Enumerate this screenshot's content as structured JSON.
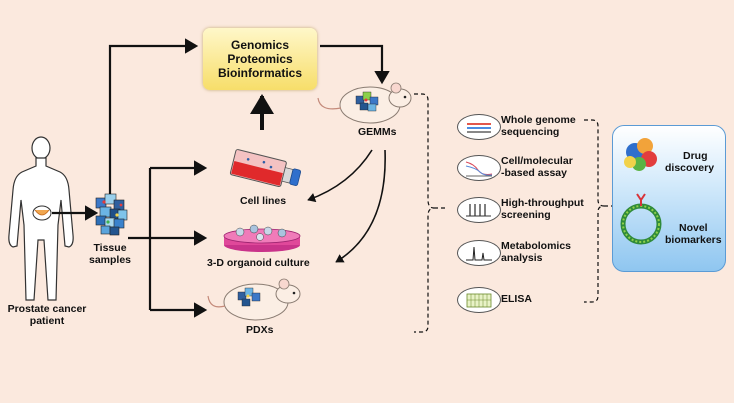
{
  "omics": {
    "lines": [
      "Genomics",
      "Proteomics",
      "Bioinformatics"
    ]
  },
  "patient": {
    "label_line1": "Prostate cancer",
    "label_line2": "patient"
  },
  "tissue": {
    "label_line1": "Tissue",
    "label_line2": "samples"
  },
  "models": {
    "gemms": "GEMMs",
    "cell_lines": "Cell lines",
    "organoid": "3-D organoid culture",
    "pdxs": "PDXs"
  },
  "assays": [
    {
      "line1": "Whole genome",
      "line2": "sequencing",
      "icon": "sequencing-icon"
    },
    {
      "line1": "Cell/molecular",
      "line2": "-based assay",
      "icon": "assay-plot-icon"
    },
    {
      "line1": "High-throughput",
      "line2": "screening",
      "icon": "screening-icon"
    },
    {
      "line1": "Metabolomics",
      "line2": "analysis",
      "icon": "spectrum-icon"
    },
    {
      "line1": "ELISA",
      "line2": "",
      "icon": "elisa-plate-icon"
    }
  ],
  "outcomes": {
    "drug_line1": "Drug",
    "drug_line2": "discovery",
    "bio_line1": "Novel",
    "bio_line2": "biomarkers"
  },
  "colors": {
    "background": "#fbe9de",
    "omics_fill": "#f7de6a",
    "outcome_fill": "#8fc6f0",
    "flask_liquid": "#e0292b",
    "dish_medium": "#e0489a"
  }
}
